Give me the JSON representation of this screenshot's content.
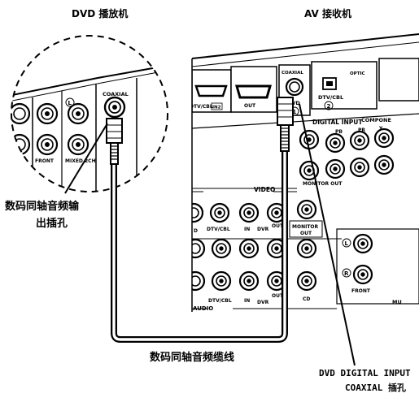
{
  "titles": {
    "dvd_player": "DVD 播放机",
    "av_receiver": "AV 接收机"
  },
  "callouts": {
    "digital_coax_out_line1": "数码同轴音频输",
    "digital_coax_out_line2": "出插孔",
    "coax_cable": "数码同轴音频缆线",
    "receiver_input_line1": "DVD DIGITAL INPUT",
    "receiver_input_line2": "COAXIAL 插孔"
  },
  "dvd_panel": {
    "coaxial": "COAXIAL",
    "circle_l": "L",
    "front": "FRONT",
    "mixed": "MIXED 2CH"
  },
  "receiver_panel": {
    "dtv_cbl_in2": "DTV/CBL",
    "in2_box": "IN2",
    "out": "OUT",
    "coaxial": "COAXIAL",
    "dvd": "DVD",
    "num_1": "1",
    "optical": "OPTIC",
    "dtv_cbl_2": "DTV/CBL",
    "num_2": "2",
    "digital_input": "DIGITAL INPUT",
    "component": "COMPONE",
    "pb": "PB",
    "pr": "PR",
    "y": "Y",
    "monitor_out_top": "MONITOR OUT",
    "video": "VIDEO",
    "dtv_cbl_video": "DTV/CBL",
    "in": "IN",
    "dvr": "DVR",
    "out_small": "OUT",
    "monitor": "MONITOR",
    "monitor_out2": "OUT",
    "l": "L",
    "r": "R",
    "front_r": "FRONT",
    "mu": "MU",
    "dtv_cbl_audio": "DTV/CBL",
    "in_a": "IN",
    "dvr_a": "DVR",
    "out_a": "OUT",
    "cd": "CD",
    "audio": "AUDIO",
    "d_left": "D"
  }
}
